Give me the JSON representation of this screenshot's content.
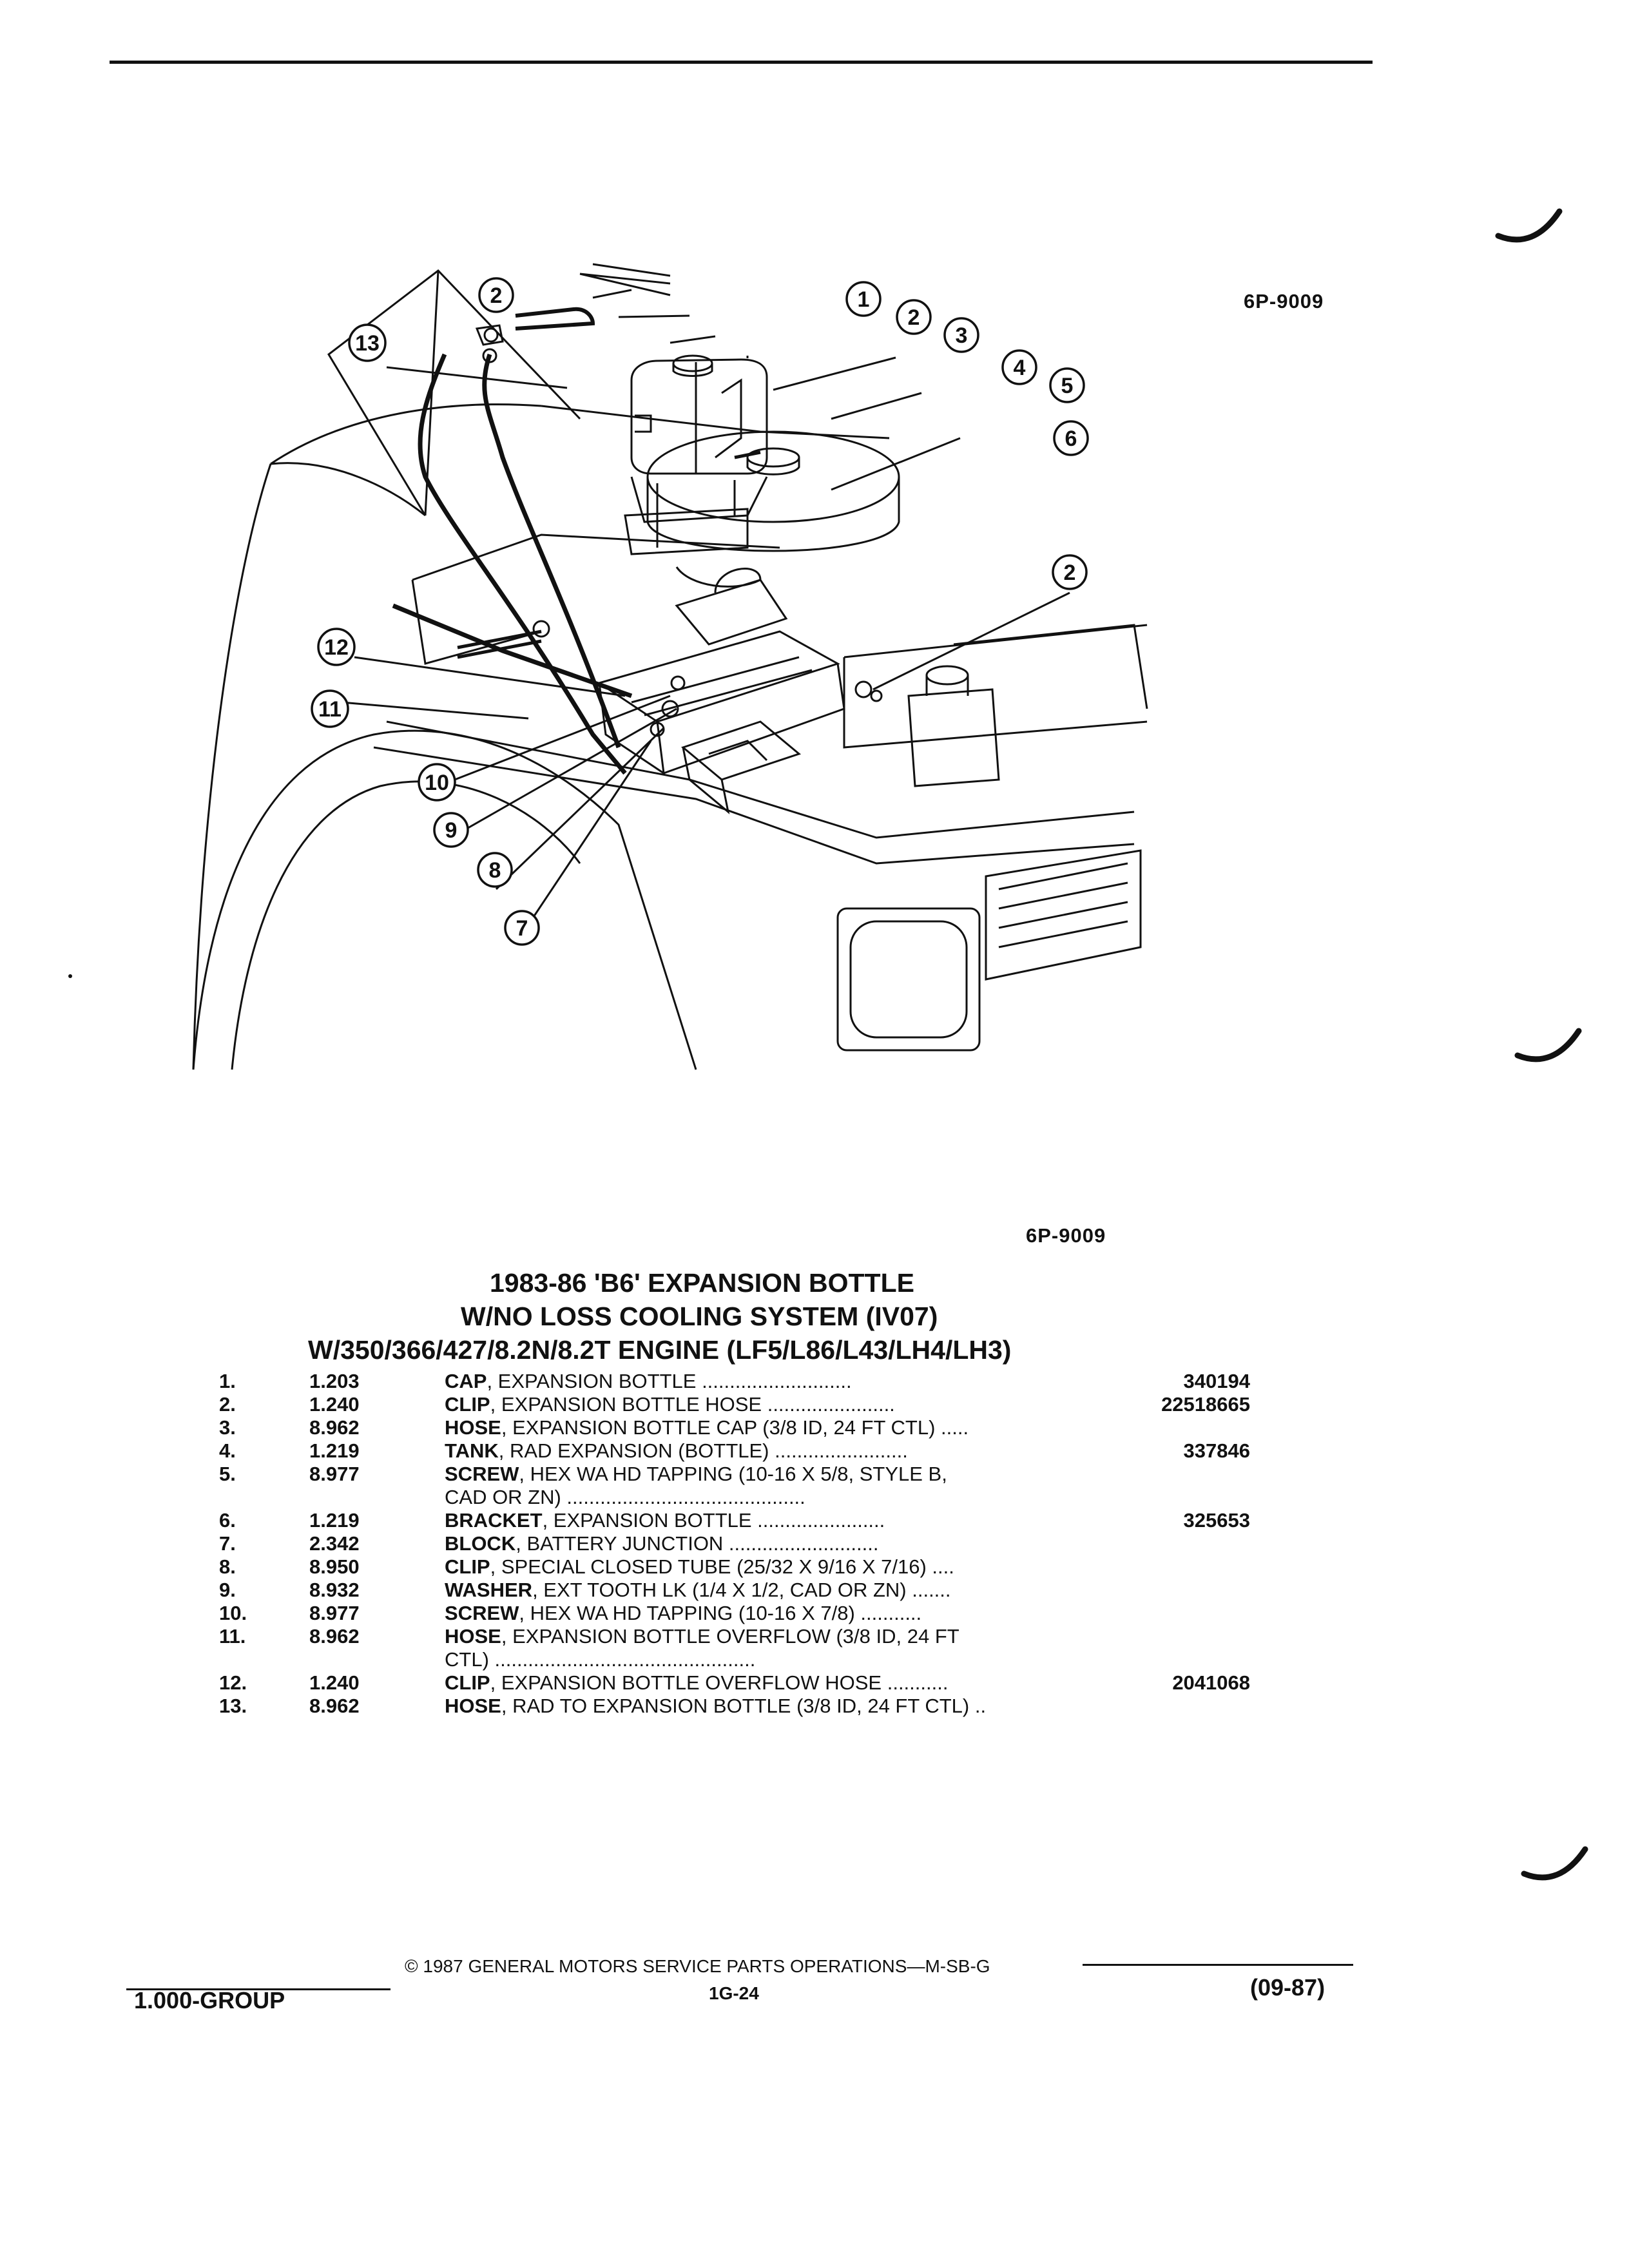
{
  "header": {
    "figure_ref_top": "6P-9009",
    "figure_ref_bottom": "6P-9009"
  },
  "figure": {
    "callouts": [
      "1",
      "2",
      "2",
      "2",
      "3",
      "4",
      "5",
      "6",
      "7",
      "8",
      "9",
      "10",
      "11",
      "12",
      "13"
    ]
  },
  "title": {
    "line1": "1983-86 'B6' EXPANSION BOTTLE",
    "line2": "W/NO LOSS COOLING SYSTEM (IV07)",
    "line3": "W/350/366/427/8.2N/8.2T ENGINE (LF5/L86/L43/LH4/LH3)"
  },
  "parts": [
    {
      "no": "1.",
      "group": "1.203",
      "name": "CAP",
      "desc": ", EXPANSION BOTTLE ...........................",
      "part": "340194"
    },
    {
      "no": "2.",
      "group": "1.240",
      "name": "CLIP",
      "desc": ", EXPANSION BOTTLE HOSE .......................",
      "part": "22518665"
    },
    {
      "no": "3.",
      "group": "8.962",
      "name": "HOSE",
      "desc": ", EXPANSION BOTTLE CAP (3/8 ID, 24 FT CTL) .....",
      "part": ""
    },
    {
      "no": "4.",
      "group": "1.219",
      "name": "TANK",
      "desc": ", RAD EXPANSION (BOTTLE) ........................",
      "part": "337846"
    },
    {
      "no": "5.",
      "group": "8.977",
      "name": "SCREW",
      "desc": ", HEX WA HD TAPPING (10-16 X 5/8, STYLE B,",
      "part": "",
      "cont": "CAD OR ZN) ..........................................."
    },
    {
      "no": "6.",
      "group": "1.219",
      "name": "BRACKET",
      "desc": ", EXPANSION BOTTLE .......................",
      "part": "325653"
    },
    {
      "no": "7.",
      "group": "2.342",
      "name": "BLOCK",
      "desc": ", BATTERY JUNCTION ...........................",
      "part": ""
    },
    {
      "no": "8.",
      "group": "8.950",
      "name": "CLIP",
      "desc": ", SPECIAL CLOSED TUBE (25/32 X 9/16 X 7/16) ....",
      "part": ""
    },
    {
      "no": "9.",
      "group": "8.932",
      "name": "WASHER",
      "desc": ", EXT TOOTH LK (1/4 X 1/2, CAD OR ZN) .......",
      "part": ""
    },
    {
      "no": "10.",
      "group": "8.977",
      "name": "SCREW",
      "desc": ", HEX WA HD TAPPING (10-16 X 7/8) ...........",
      "part": ""
    },
    {
      "no": "11.",
      "group": "8.962",
      "name": "HOSE",
      "desc": ", EXPANSION BOTTLE OVERFLOW (3/8 ID, 24 FT",
      "part": "",
      "cont": "CTL) ..............................................."
    },
    {
      "no": "12.",
      "group": "1.240",
      "name": "CLIP",
      "desc": ", EXPANSION BOTTLE OVERFLOW HOSE ...........",
      "part": "2041068"
    },
    {
      "no": "13.",
      "group": "8.962",
      "name": "HOSE",
      "desc": ", RAD TO EXPANSION BOTTLE (3/8 ID, 24 FT CTL) ..",
      "part": ""
    }
  ],
  "footer": {
    "copyright": "© 1987 GENERAL MOTORS SERVICE PARTS OPERATIONS—M-SB-G",
    "page": "1G-24",
    "group": "1.000-GROUP",
    "date": "(09-87)"
  }
}
